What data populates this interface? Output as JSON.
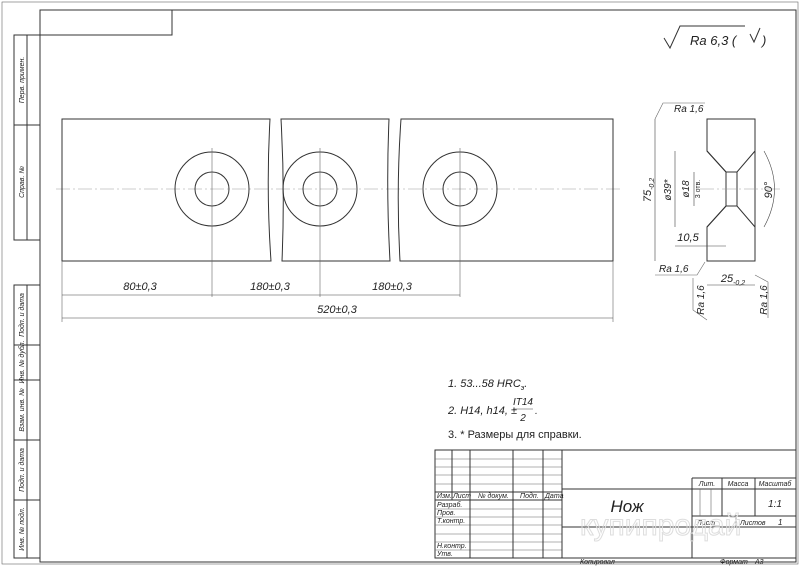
{
  "side_strip": {
    "labels": [
      "Перв. примен.",
      "Справ. №",
      "Подп. и дата",
      "Инв. № дубл.",
      "Взам. инв. №",
      "Подп. и дата",
      "Инв. № подл."
    ]
  },
  "roughness_general": "Ra 6,3 (",
  "main_view": {
    "dimensions": [
      "80±0,3",
      "180±0,3",
      "180±0,3",
      "520±0,3"
    ]
  },
  "section_view": {
    "ra_labels": [
      "Ra 1,6",
      "Ra 1,6",
      "Ra 1,6",
      "Ra 1,6"
    ],
    "height": "75",
    "height_tol": "-0,2",
    "width": "25",
    "width_tol": "-0,2",
    "countersink_dia": "ø39*",
    "hole_dia": "ø18",
    "holes_count": "3 отв.",
    "depth": "10,5",
    "angle": "90°"
  },
  "notes": {
    "n1": "1. 53...58 HRC",
    "n1_sub": "э",
    "n1_end": ".",
    "n2": "2. H14, h14, ±",
    "n2_num": "IT14",
    "n2_den": "2",
    "n2_end": ".",
    "n3": "3. * Размеры для справки."
  },
  "title_block": {
    "headers": [
      "Изм.",
      "Лист",
      "№ докум.",
      "Подп.",
      "Дата"
    ],
    "roles": [
      "Разраб.",
      "Пров.",
      "Т.контр.",
      "Н.контр.",
      "Утв."
    ],
    "part_name": "Нож",
    "lit_label": "Лит.",
    "mass_label": "Масса",
    "scale_label": "Масштаб",
    "scale": "1:1",
    "sheet_label": "Лист",
    "sheets_label": "Листов",
    "sheets": "1",
    "copied": "Копировал",
    "format_label": "Формат",
    "format": "А3"
  },
  "watermark": "купипродай"
}
